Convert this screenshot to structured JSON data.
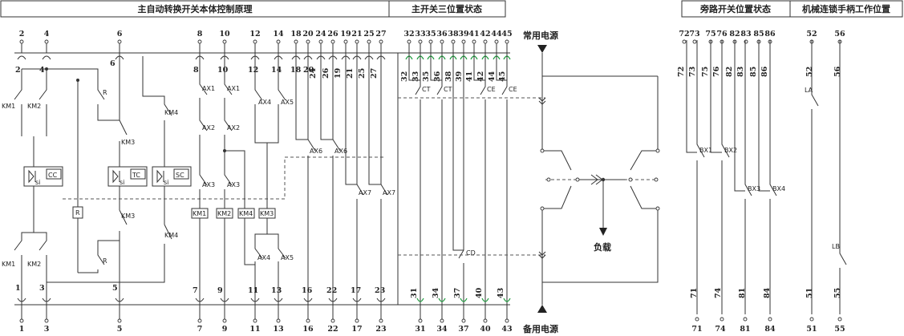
{
  "headers": {
    "main_control": "主自动转换开关本体控制原理",
    "main_switch_state": "主开关三位置状态",
    "bypass_state": "旁路开关位置状态",
    "interlock_handle": "机械连锁手柄工作位置"
  },
  "sources": {
    "normal": "常用电源",
    "backup": "备用电源",
    "load": "负载"
  },
  "top_terminals": [
    "2",
    "4",
    "6",
    "8",
    "10",
    "12",
    "14",
    "18",
    "20",
    "24",
    "26",
    "19",
    "21",
    "25",
    "27",
    "32",
    "33",
    "35",
    "36",
    "38",
    "39",
    "41",
    "42",
    "44",
    "45",
    "72",
    "73",
    "75",
    "76",
    "82",
    "83",
    "85",
    "86",
    "52",
    "56"
  ],
  "bottom_terminals": [
    "1",
    "3",
    "5",
    "7",
    "9",
    "11",
    "13",
    "16",
    "22",
    "17",
    "23",
    "31",
    "34",
    "37",
    "40",
    "43",
    "71",
    "74",
    "81",
    "84",
    "51",
    "55"
  ],
  "components": {
    "km1": "KM1",
    "km2": "KM2",
    "km3": "KM3",
    "km4": "KM4",
    "r": "R",
    "cc": "CC",
    "tc": "TC",
    "sc": "SC",
    "si": "si",
    "ax1": "AX1",
    "ax2": "AX2",
    "ax3": "AX3",
    "ax4": "AX4",
    "ax5": "AX5",
    "ax6": "AX6",
    "ax7": "AX7",
    "ct": "CT",
    "ce": "CE",
    "cd": "CD",
    "bx1": "BX1",
    "bx2": "BX2",
    "bx3": "BX3",
    "bx4": "BX4",
    "la": "LA",
    "lb": "LB"
  }
}
